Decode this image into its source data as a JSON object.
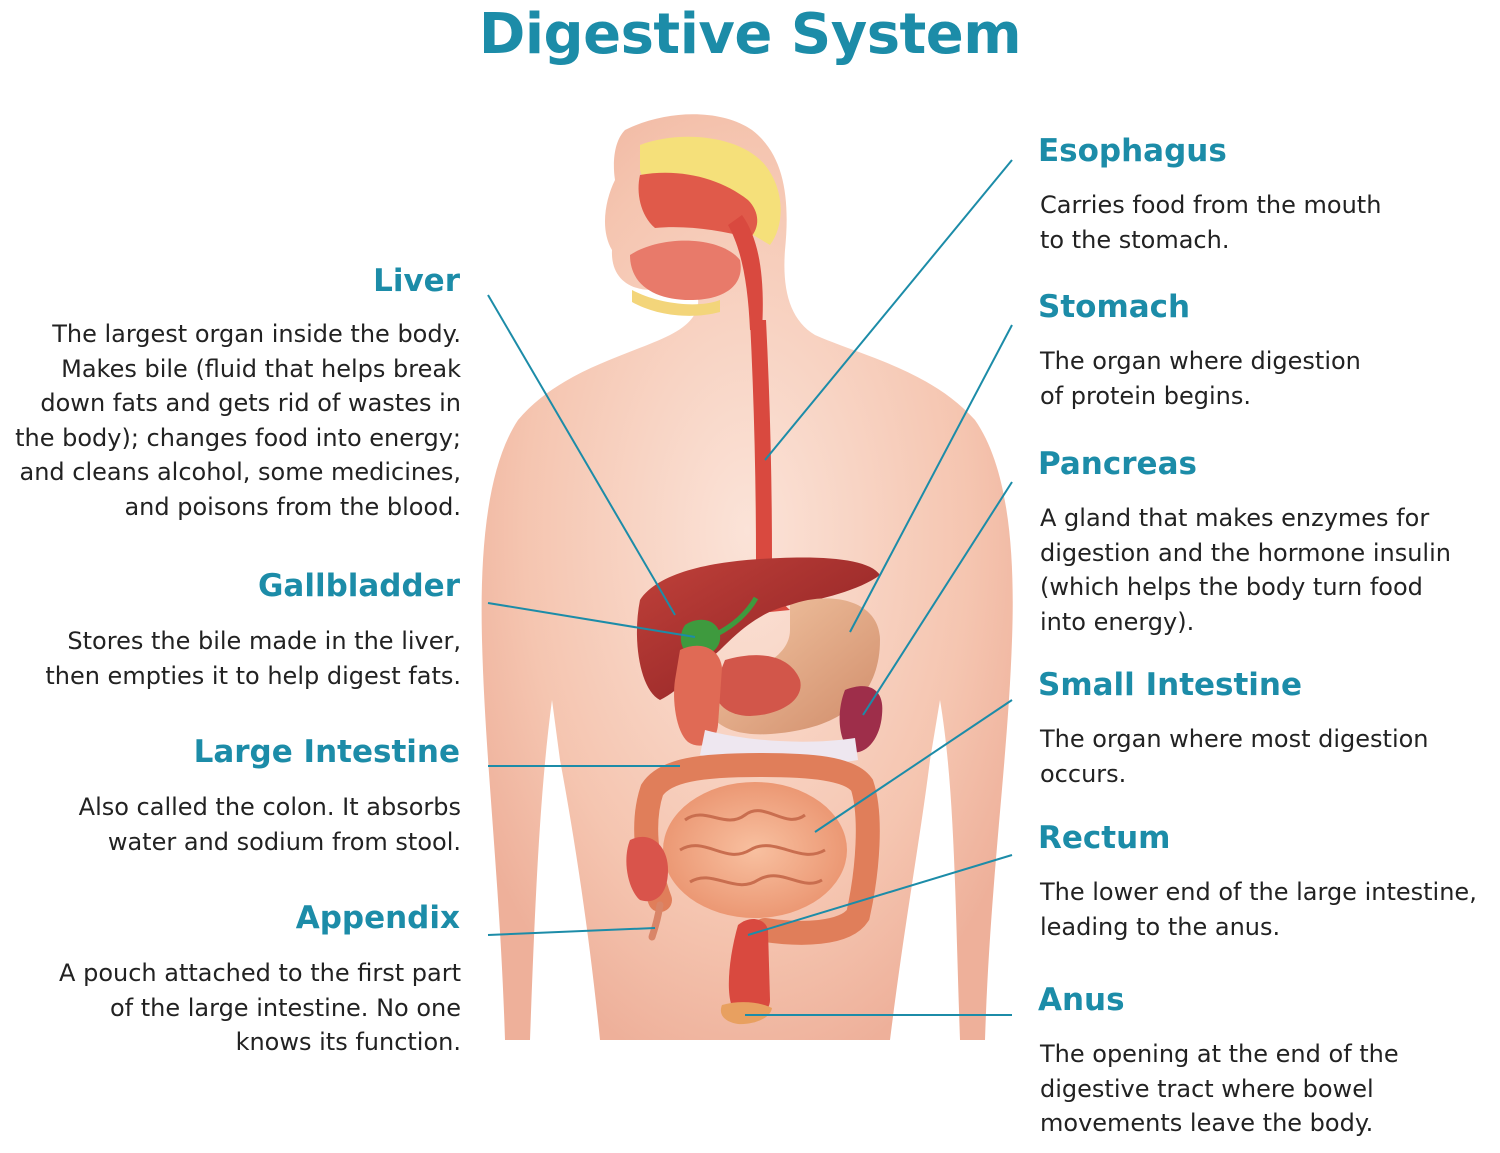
{
  "title": "Digestive System",
  "colors": {
    "title": "#1c8ca8",
    "label": "#1c8ca8",
    "leader_line": "#1c8ca8",
    "body_text": "#222222",
    "skin": "#f6cbb8",
    "liver": "#a82c2c",
    "intestine": "#f2a57f",
    "colon": "#e07e5a",
    "gallbladder": "#3e9a3e",
    "esophagus": "#d9493f",
    "sinus_bone": "#f5e07a"
  },
  "left": {
    "liver": {
      "label": "Liver",
      "lines": [
        "The largest organ inside the body.",
        "Makes bile (fluid that helps break",
        "down fats and gets rid of wastes in",
        "the body); changes food into energy;",
        "and cleans alcohol, some medicines,",
        "and poisons from the blood."
      ]
    },
    "gallbladder": {
      "label": "Gallbladder",
      "lines": [
        "Stores the bile made in the liver,",
        "then empties it to help digest fats."
      ]
    },
    "large_intestine": {
      "label": "Large Intestine",
      "lines": [
        "Also called the colon. It absorbs",
        "water and sodium from stool."
      ]
    },
    "appendix": {
      "label": "Appendix",
      "lines": [
        "A pouch attached to the first part",
        "of the large intestine. No one",
        "knows its function."
      ]
    }
  },
  "right": {
    "esophagus": {
      "label": "Esophagus",
      "lines": [
        "Carries food from the mouth",
        "to the stomach."
      ]
    },
    "stomach": {
      "label": "Stomach",
      "lines": [
        "The organ where digestion",
        "of protein begins."
      ]
    },
    "pancreas": {
      "label": "Pancreas",
      "lines": [
        "A gland that makes enzymes for",
        "digestion and the hormone insulin",
        "(which helps the body turn food",
        "into energy)."
      ]
    },
    "small_intestine": {
      "label": "Small Intestine",
      "lines": [
        "The organ where most digestion",
        "occurs."
      ]
    },
    "rectum": {
      "label": "Rectum",
      "lines": [
        "The lower end of the large intestine,",
        "leading to the anus."
      ]
    },
    "anus": {
      "label": "Anus",
      "lines": [
        "The opening at the end of the",
        "digestive tract where bowel",
        "movements leave the body."
      ]
    }
  }
}
